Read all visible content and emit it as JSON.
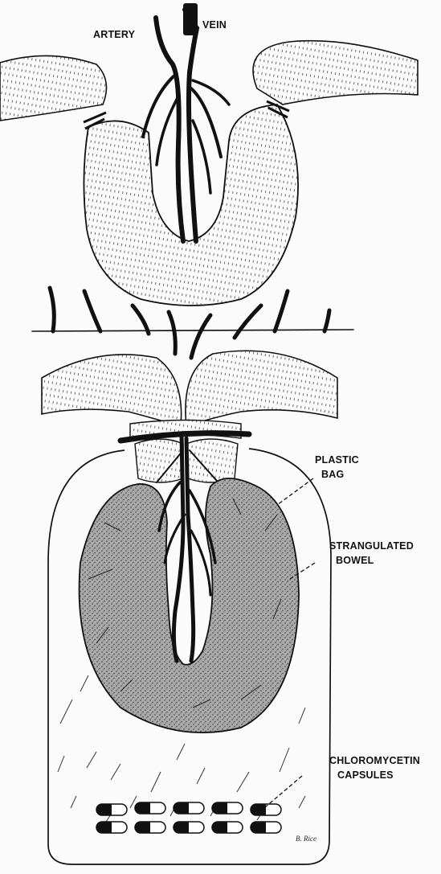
{
  "figure": {
    "labels": {
      "artery": "ARTERY",
      "vein": "VEIN",
      "plastic_bag_line1": "PLASTIC",
      "plastic_bag_line2": "BAG",
      "strangulated_line1": "STRANGULATED",
      "strangulated_line2": "BOWEL",
      "capsules_line1": "CHLOROMYCETIN",
      "capsules_line2": "CAPSULES"
    },
    "signature": "B. Rice",
    "colors": {
      "ink": "#111111",
      "bowel_fill": "#9a9a9a",
      "paper": "#fbfbfb"
    }
  }
}
